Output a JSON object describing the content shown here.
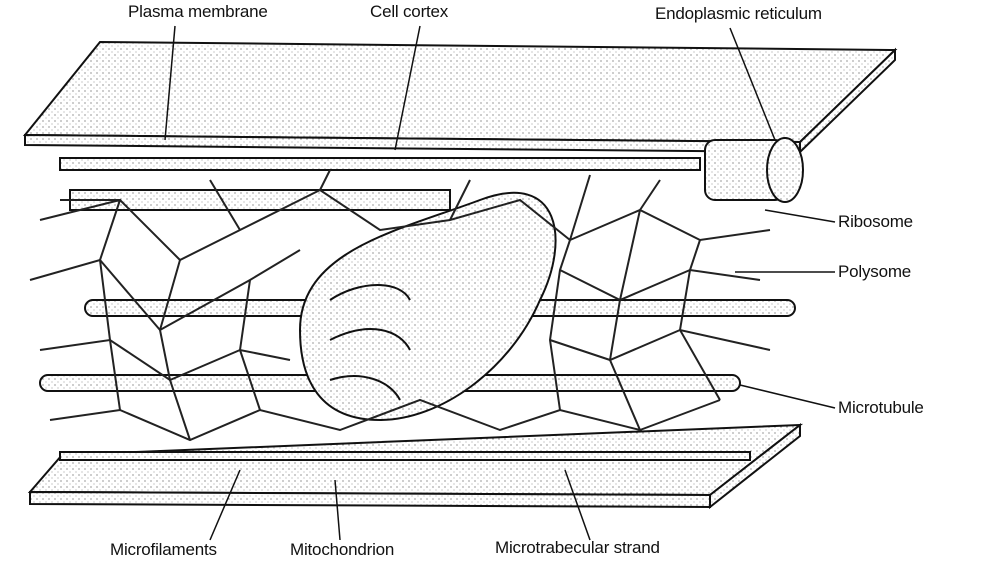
{
  "labels": {
    "plasma_membrane": "Plasma membrane",
    "cell_cortex": "Cell cortex",
    "endoplasmic_reticulum": "Endoplasmic reticulum",
    "ribosome": "Ribosome",
    "polysome": "Polysome",
    "microtubule": "Microtubule",
    "microfilaments": "Microfilaments",
    "mitochondrion": "Mitochondrion",
    "microtrabecular_strand": "Microtrabecular strand"
  },
  "colors": {
    "ink": "#111111",
    "fill": "#e8e8e8"
  }
}
